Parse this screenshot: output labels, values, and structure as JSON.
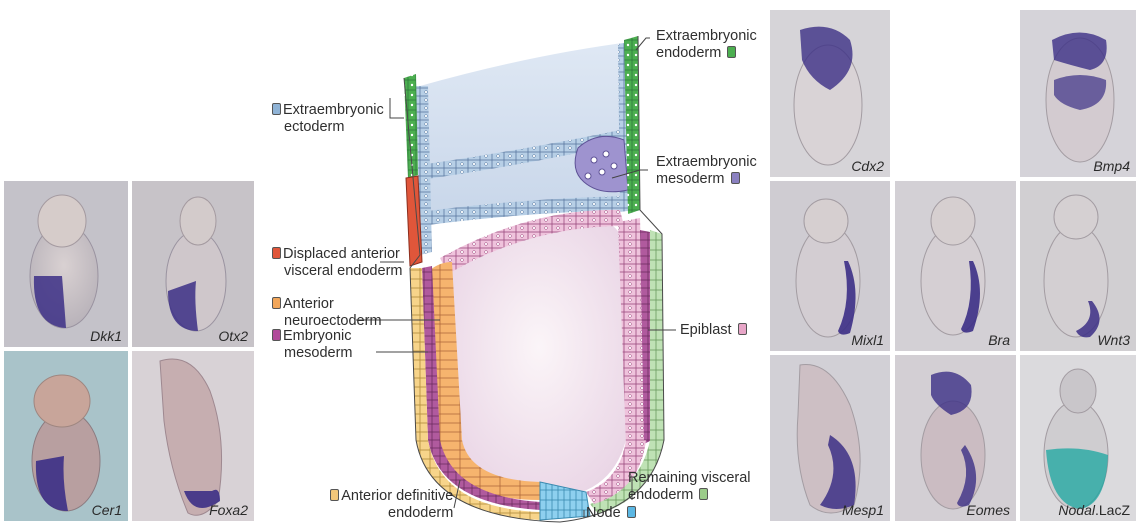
{
  "panels": {
    "dkk1": "Dkk1",
    "otx2": "Otx2",
    "cer1": "Cer1",
    "foxa2": "Foxa2",
    "cdx2": "Cdx2",
    "bmp4": "Bmp4",
    "mixl1": "Mixl1",
    "bra": "Bra",
    "wnt3": "Wnt3",
    "mesp1": "Mesp1",
    "eomes": "Eomes",
    "nodal_italic": "Nodal",
    "nodal_suffix": ".LacZ"
  },
  "labels": {
    "exe_endoderm_1": "Extraembryonic",
    "exe_endoderm_2": "endoderm",
    "exe_ectoderm_1": "Extraembryonic",
    "exe_ectoderm_2": "ectoderm",
    "exe_mesoderm_1": "Extraembryonic",
    "exe_mesoderm_2": "mesoderm",
    "dave_1": "Displaced anterior",
    "dave_2": "visceral endoderm",
    "ane_1": "Anterior",
    "ane_2": "neuroectoderm",
    "emb_meso_1": "Embryonic",
    "emb_meso_2": "mesoderm",
    "epiblast": "Epiblast",
    "rve_1": "Remaining visceral",
    "rve_2": "endoderm",
    "ade_1": "Anterior definitive",
    "ade_2": "endoderm",
    "node": "Node"
  },
  "colors": {
    "exe_endoderm": "#4caf50",
    "exe_ectoderm": "#8fb3d6",
    "exe_mesoderm": "#8a80c0",
    "dave": "#e0563a",
    "ane": "#f2a65a",
    "emb_meso": "#b14a9a",
    "epiblast": "#e8a6c8",
    "rve": "#9ccc8a",
    "ade": "#f3c77a",
    "node": "#5bb7e3",
    "stain_purple": "#3c2f86",
    "stain_teal": "#1aa6a0"
  }
}
